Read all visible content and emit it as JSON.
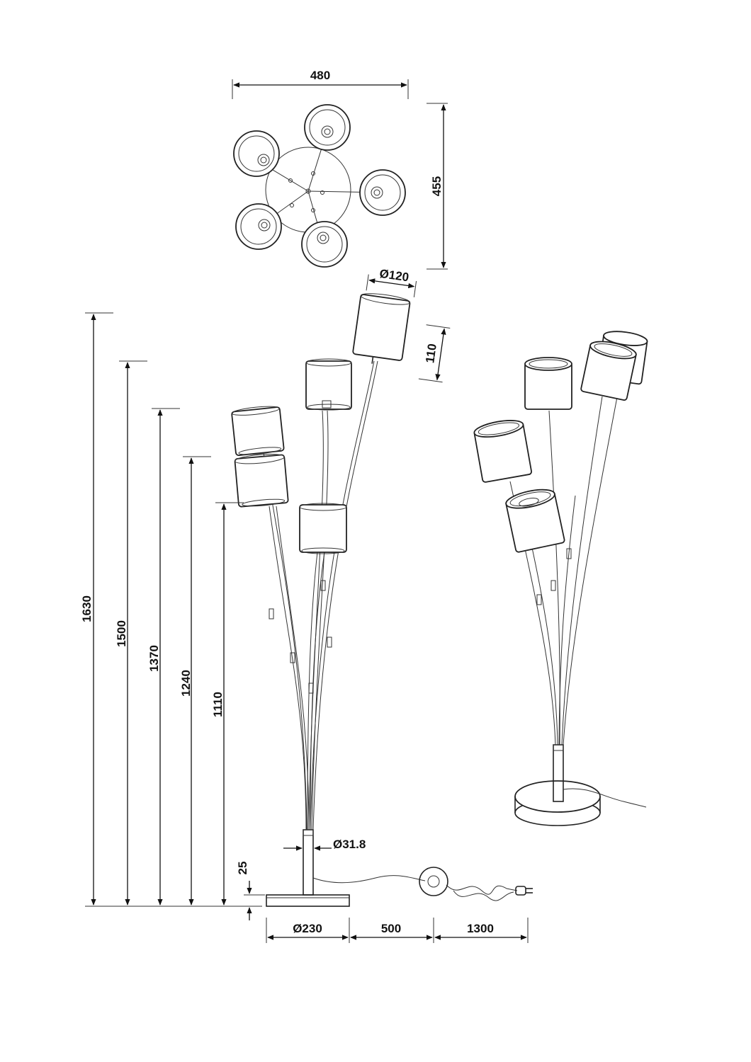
{
  "dimensions": {
    "top_width": "480",
    "top_depth": "455",
    "shade_diameter": "Ø120",
    "shade_height": "110",
    "heights": [
      "1630",
      "1500",
      "1370",
      "1240",
      "1110"
    ],
    "base_thickness": "25",
    "stem_diameter": "Ø31.8",
    "base_diameter": "Ø230",
    "cable_to_switch": "500",
    "cable_to_plug": "1300"
  },
  "colors": {
    "line": "#222222",
    "background": "#ffffff"
  }
}
